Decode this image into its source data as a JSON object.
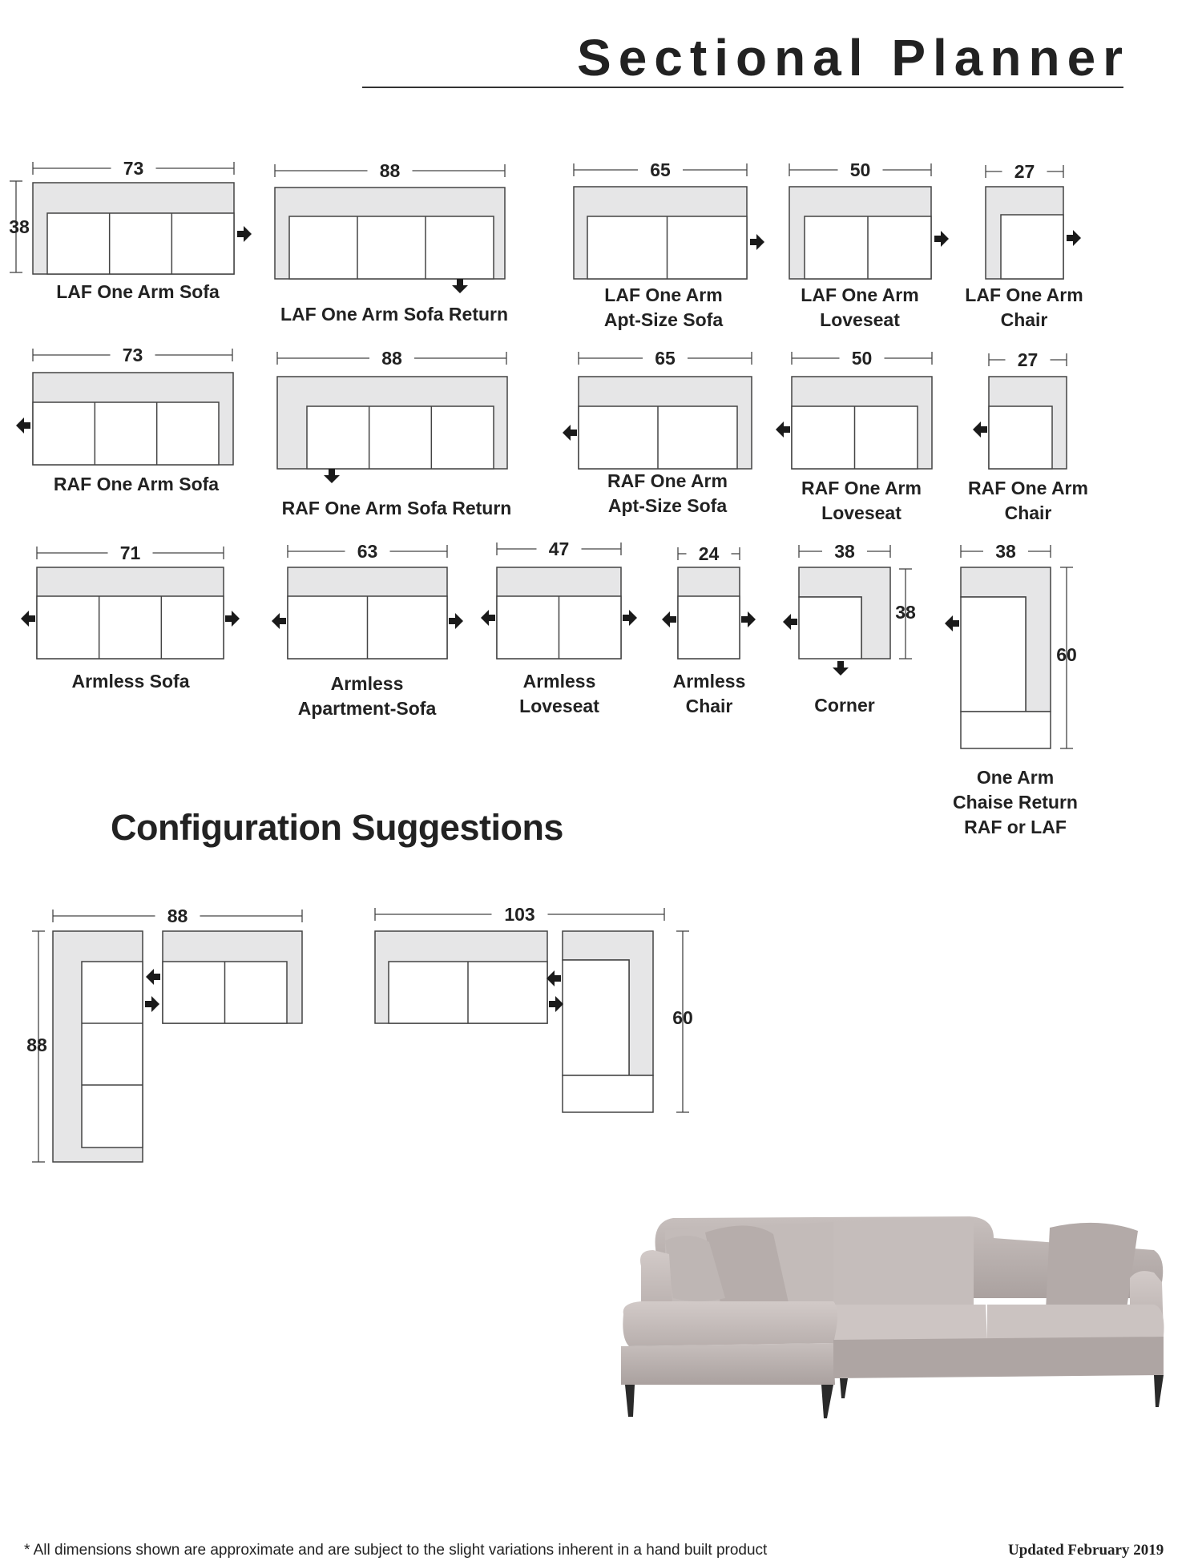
{
  "title": "Sectional Planner",
  "config_title": "Configuration Suggestions",
  "colors": {
    "fill": "#e6e6e7",
    "line": "#444444",
    "text": "#222222",
    "sofa": "#bdb4b2"
  },
  "pieces": [
    {
      "id": "laf-sofa",
      "width": "73",
      "depth": "38",
      "label": [
        "LAF One Arm Sofa"
      ]
    },
    {
      "id": "laf-sofa-return",
      "width": "88",
      "label": [
        "LAF One Arm Sofa Return"
      ]
    },
    {
      "id": "laf-apt-sofa",
      "width": "65",
      "label": [
        "LAF One Arm",
        "Apt-Size Sofa"
      ]
    },
    {
      "id": "laf-loveseat",
      "width": "50",
      "label": [
        "LAF One Arm",
        "Loveseat"
      ]
    },
    {
      "id": "laf-chair",
      "width": "27",
      "label": [
        "LAF One Arm",
        "Chair"
      ]
    },
    {
      "id": "raf-sofa",
      "width": "73",
      "label": [
        "RAF One Arm Sofa"
      ]
    },
    {
      "id": "raf-sofa-return",
      "width": "88",
      "label": [
        "RAF One Arm Sofa Return"
      ]
    },
    {
      "id": "raf-apt-sofa",
      "width": "65",
      "label": [
        "RAF One Arm",
        "Apt-Size Sofa"
      ]
    },
    {
      "id": "raf-loveseat",
      "width": "50",
      "label": [
        "RAF One Arm",
        "Loveseat"
      ]
    },
    {
      "id": "raf-chair",
      "width": "27",
      "label": [
        "RAF One Arm",
        "Chair"
      ]
    },
    {
      "id": "armless-sofa",
      "width": "71",
      "label": [
        "Armless Sofa"
      ]
    },
    {
      "id": "armless-apt-sofa",
      "width": "63",
      "label": [
        "Armless",
        "Apartment-Sofa"
      ]
    },
    {
      "id": "armless-loveseat",
      "width": "47",
      "label": [
        "Armless",
        "Loveseat"
      ]
    },
    {
      "id": "armless-chair",
      "width": "24",
      "label": [
        "Armless",
        "Chair"
      ]
    },
    {
      "id": "corner",
      "width": "38",
      "depth": "38",
      "label": [
        "Corner"
      ]
    },
    {
      "id": "chaise-return",
      "width": "38",
      "depth": "60",
      "label": [
        "One Arm",
        "Chaise Return",
        "RAF or LAF"
      ]
    }
  ],
  "configs": [
    {
      "id": "config-1",
      "width": "88",
      "depth": "88"
    },
    {
      "id": "config-2",
      "width": "103",
      "depth": "60"
    }
  ],
  "footnote": "* All dimensions shown are approximate and are subject to the slight variations inherent in a hand built product",
  "updated": "Updated February 2019"
}
